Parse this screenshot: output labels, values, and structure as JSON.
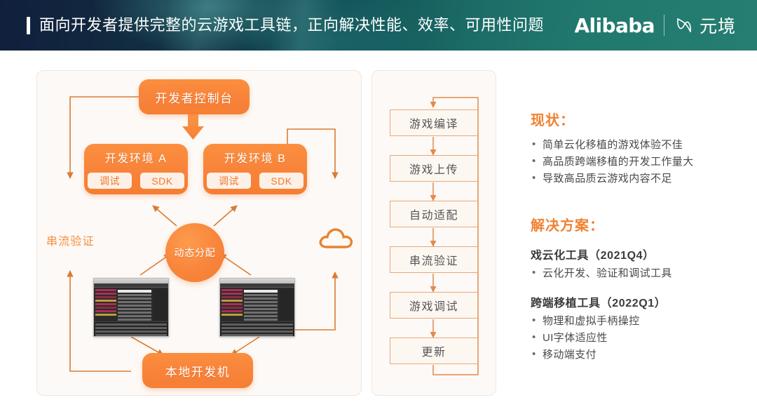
{
  "header": {
    "title": "面向开发者提供完整的云游戏工具链，正向解决性能、效率、可用性问题",
    "brand": "Alibaba",
    "sub_brand": "元境",
    "accent_color": "#ffffff",
    "bg_from": "#101f3d",
    "bg_to": "#267e72"
  },
  "diagram": {
    "console_node": "开发者控制台",
    "env_a": {
      "title": "开发环境 A",
      "chips": [
        "调试",
        "SDK"
      ]
    },
    "env_b": {
      "title": "开发环境 B",
      "chips": [
        "调试",
        "SDK"
      ]
    },
    "allocator_node": "动态分配",
    "stream_label": "串流验证",
    "local_node": "本地开发机",
    "cloud_icon": "cloud-icon",
    "accent_color": "#f8853b",
    "arrow_color": "#d97c34"
  },
  "flow": {
    "steps": [
      "游戏编译",
      "游戏上传",
      "自动适配",
      "串流验证",
      "游戏调试",
      "更新"
    ],
    "loop_back_to": "游戏编译",
    "border_color": "#e8a978",
    "text_color": "#555555"
  },
  "right": {
    "status_heading": "现状：",
    "status_items": [
      "简单云化移植的游戏体验不佳",
      "高品质跨端移植的开发工作量大",
      "导致高品质云游戏内容不足"
    ],
    "solution_heading": "解决方案：",
    "solution_groups": [
      {
        "title": "戏云化工具（2021Q4）",
        "items": [
          "云化开发、验证和调试工具"
        ]
      },
      {
        "title": "跨端移植工具（2022Q1）",
        "items": [
          "物理和虚拟手柄操控",
          "UI字体适应性",
          "移动端支付"
        ]
      }
    ],
    "heading_color": "#f08232"
  }
}
